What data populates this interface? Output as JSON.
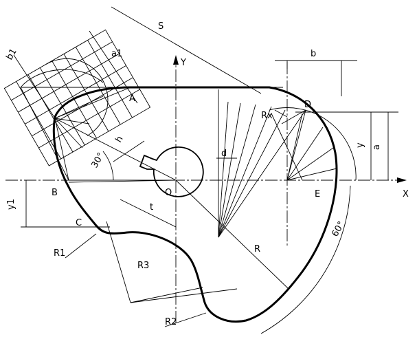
{
  "points": {
    "A": "A",
    "B": "B",
    "C": "C",
    "D": "D",
    "E": "E",
    "O": "O"
  },
  "axes": {
    "x": "X",
    "y": "Y"
  },
  "dimensions": {
    "S": "S",
    "b1": "b1",
    "a1": "a1",
    "b": "b",
    "a": "a",
    "y": "y",
    "y1": "y1",
    "h": "h",
    "t": "t",
    "d": "d",
    "Rx": "Rx",
    "R": "R",
    "R1": "R1",
    "R2": "R2",
    "R3": "R3",
    "angle30": "30°",
    "angle60": "60°"
  }
}
